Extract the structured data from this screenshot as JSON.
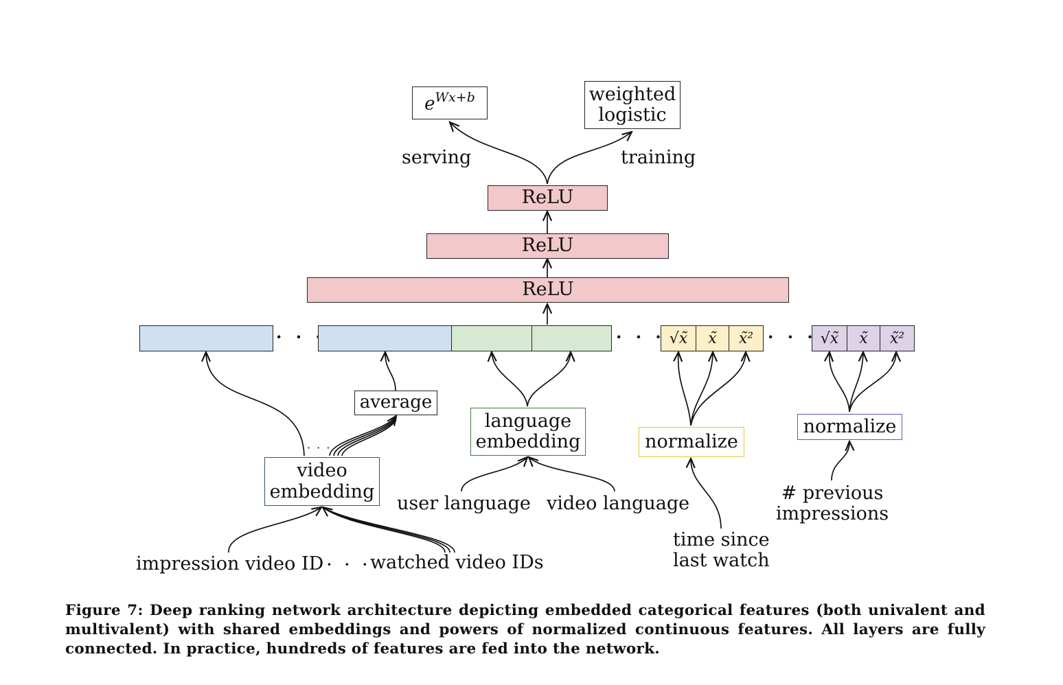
{
  "outputs": {
    "serving_box": "e^{Wx+b}",
    "serving_base": "e",
    "serving_exp": "Wx+b",
    "training_box": "weighted logistic",
    "training_line1": "weighted",
    "training_line2": "logistic",
    "serving_label": "serving",
    "training_label": "training"
  },
  "layers": [
    "ReLU",
    "ReLU",
    "ReLU"
  ],
  "embedding_row": {
    "ellipsis": "· · ·",
    "yellow_cells": [
      "√x̃",
      "x̃",
      "x̃²"
    ],
    "purple_cells": [
      "√x̃",
      "x̃",
      "x̃²"
    ]
  },
  "nodes": {
    "average": "average",
    "language_embedding_1": "language",
    "language_embedding_2": "embedding",
    "video_embedding_1": "video",
    "video_embedding_2": "embedding",
    "normalize_yellow": "normalize",
    "normalize_purple": "normalize",
    "embedding_fanout_dots": "· · ·"
  },
  "inputs": {
    "impression_video_id": "impression video ID",
    "inputs_ellipsis": "· · ·",
    "watched_video_ids": "watched video IDs",
    "user_language": "user language",
    "video_language": "video language",
    "time_since_1": "time since",
    "time_since_2": "last watch",
    "previous_impressions_1": "# previous",
    "previous_impressions_2": "impressions"
  },
  "colors": {
    "relu": "#f2c8ca",
    "video_embedding_segment": "#cfe0f0",
    "language_segment": "#d8e9d3",
    "normalize_yellow": "#fdf0c8",
    "normalize_purple": "#ddd2e6",
    "video_embedding_border": "#2f4f7f",
    "language_border": "#3f7a3a",
    "normalize_yellow_border": "#e8c23a",
    "normalize_purple_border": "#6a55a8"
  },
  "caption": "Figure 7: Deep ranking network architecture depicting embedded categorical features (both univalent and multivalent) with shared embeddings and powers of normalized continuous features. All layers are fully connected. In practice, hundreds of features are fed into the network."
}
